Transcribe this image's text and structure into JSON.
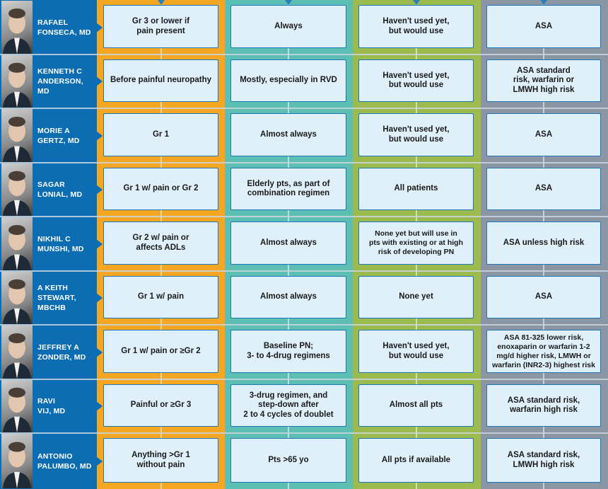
{
  "colors": {
    "name_panel": "#0c6db3",
    "col1": "#f5a623",
    "col2": "#5dbfb4",
    "col3": "#9cbb4e",
    "col4": "#8a96a4",
    "cell_fill": "#dff0fb",
    "cell_border": "#1d76b5"
  },
  "rows": [
    {
      "name": "RAFAEL\nFONSECA, MD",
      "photo": "portrait-fonseca",
      "cells": [
        "Gr 3 or lower if\npain present",
        "Always",
        "Haven't used yet,\nbut would use",
        "ASA"
      ]
    },
    {
      "name": "KENNETH C\nANDERSON, MD",
      "photo": "portrait-anderson",
      "cells": [
        "Before painful neuropathy",
        "Mostly, especially in RVD",
        "Haven't used yet,\nbut would use",
        "ASA standard\nrisk, warfarin  or\nLMWH high risk"
      ]
    },
    {
      "name": "MORIE A\nGERTZ, MD",
      "photo": "portrait-gertz",
      "cells": [
        "Gr 1",
        "Almost always",
        "Haven't used yet,\nbut would use",
        "ASA"
      ]
    },
    {
      "name": "SAGAR\nLONIAL, MD",
      "photo": "portrait-lonial",
      "cells": [
        "Gr 1 w/ pain or Gr 2",
        "Elderly pts, as part of\ncombination regimen",
        "All patients",
        "ASA"
      ]
    },
    {
      "name": "NIKHIL C\nMUNSHI, MD",
      "photo": "portrait-munshi",
      "cells": [
        "Gr 2 w/ pain or\naffects ADLs",
        "Almost always",
        "None yet but will use in\npts with existing or at high\nrisk of developing PN",
        "ASA unless high risk"
      ]
    },
    {
      "name": "A KEITH\nSTEWART,\nMBCHB",
      "photo": "portrait-stewart",
      "cells": [
        "Gr 1 w/ pain",
        "Almost always",
        "None yet",
        "ASA"
      ]
    },
    {
      "name": "JEFFREY A\nZONDER, MD",
      "photo": "portrait-zonder",
      "cells": [
        "Gr 1 w/ pain or ≥Gr 2",
        "Baseline PN;\n3- to 4-drug regimens",
        "Haven't used yet,\nbut would use",
        "ASA 81-325 lower risk,\nenoxaparin or warfarin 1-2\nmg/d higher risk, LMWH or\nwarfarin (INR2-3) highest risk"
      ]
    },
    {
      "name": "RAVI\nVIJ, MD",
      "photo": "portrait-vij",
      "cells": [
        "Painful or ≥Gr 3",
        "3-drug regimen, and\nstep-down after\n2 to 4 cycles of doublet",
        "Almost all pts",
        "ASA standard risk,\nwarfarin high risk"
      ]
    },
    {
      "name": "ANTONIO\nPALUMBO, MD",
      "photo": "portrait-palumbo",
      "cells": [
        "Anything >Gr 1\nwithout pain",
        "Pts >65 yo",
        "All pts if available",
        "ASA standard risk,\nLMWH high risk"
      ]
    }
  ]
}
